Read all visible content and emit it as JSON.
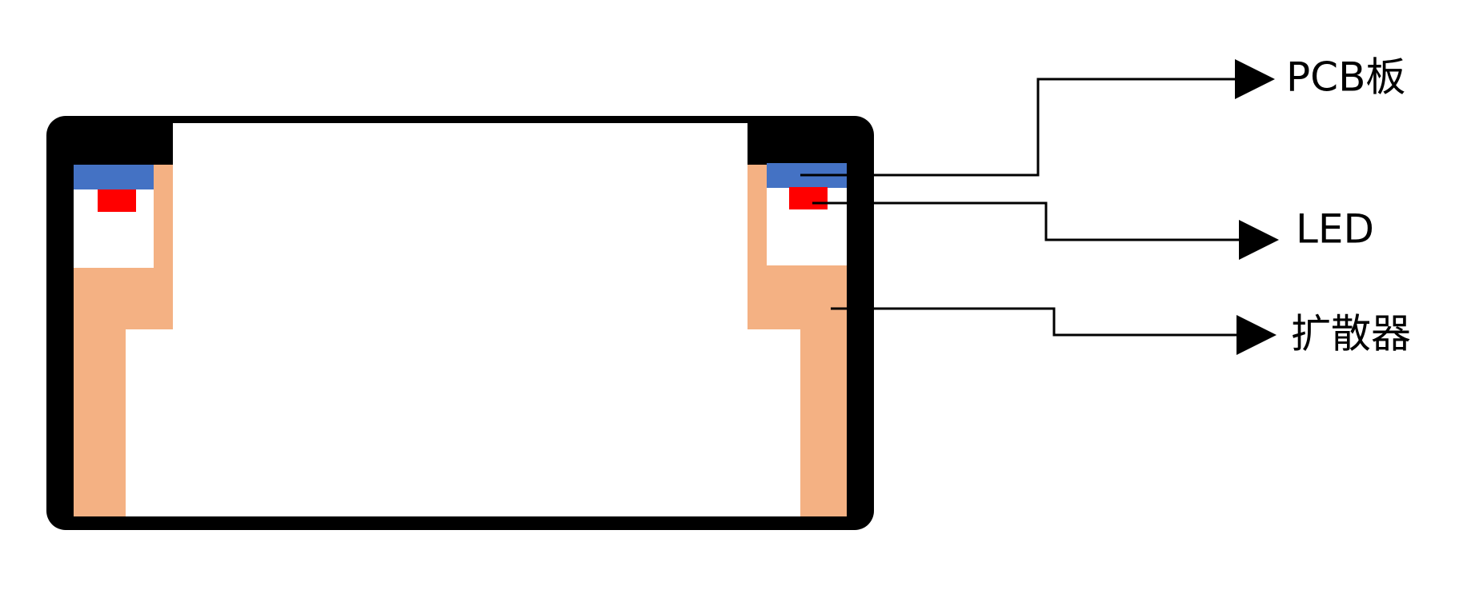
{
  "labels": {
    "pcb": "PCB板",
    "led": "LED",
    "diffuser": "扩散器"
  },
  "colors": {
    "housing": "#000000",
    "pcb": "#4472c4",
    "led": "#ff0000",
    "diffuser": "#f4b183",
    "background": "#ffffff",
    "leader": "#000000"
  }
}
